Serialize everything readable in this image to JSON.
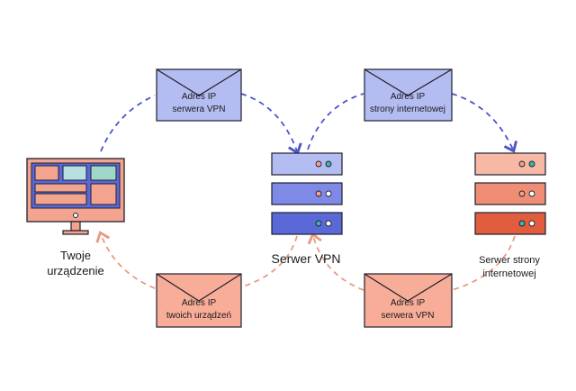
{
  "colors": {
    "outline": "#1f1f2e",
    "blue_arrow": "#4a55c9",
    "salmon_arrow": "#e99a84",
    "envelope_blue": "#b4bdf2",
    "envelope_salmon": "#f7ad98",
    "monitor_screen": "#5b68d8",
    "monitor_body": "#f2a48f"
  },
  "envelopes": {
    "top_left": {
      "line1": "Adres IP",
      "line2": "serwera VPN"
    },
    "top_right": {
      "line1": "Adres IP",
      "line2": "strony internetowej"
    },
    "bottom_left": {
      "line1": "Adres IP",
      "line2": "twoich urządzeń"
    },
    "bottom_right": {
      "line1": "Adres IP",
      "line2": "serwera VPN"
    }
  },
  "nodes": {
    "device": {
      "line1": "Twoje",
      "line2": "urządzenie"
    },
    "vpn_server": {
      "label": "Serwer VPN"
    },
    "web_server": {
      "line1": "Serwer strony",
      "line2": "internetowej"
    }
  }
}
